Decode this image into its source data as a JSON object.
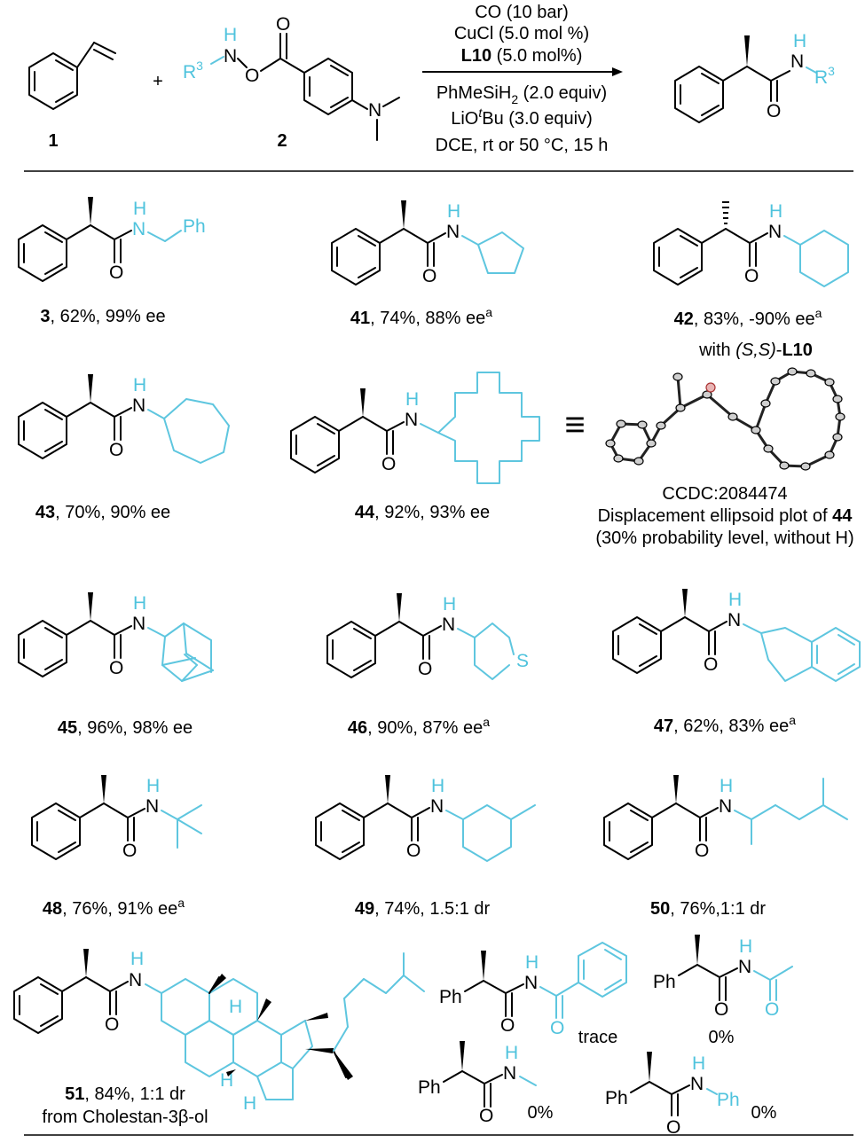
{
  "reaction": {
    "label_1": "1",
    "label_2": "2",
    "plus": "+",
    "r3": "R",
    "r3_sup": "3",
    "cond_1": "CO (10 bar)",
    "cond_2": "CuCl (5.0 mol %)",
    "cond_3_bold": "L10",
    "cond_3_rest": " (5.0 mol%)",
    "cond_4_a": "PhMeSiH",
    "cond_4_sub": "2",
    "cond_4_b": " (2.0 equiv)",
    "cond_5_a": "LiO",
    "cond_5_sup": "t",
    "cond_5_b": "Bu (3.0 equiv)",
    "cond_6": "DCE, rt or 50 °C, 15 h"
  },
  "products": [
    {
      "id": "3",
      "rest": ", 62%, 99% ee",
      "sup": ""
    },
    {
      "id": "41",
      "rest": ", 74%, 88% ee",
      "sup": "a"
    },
    {
      "id": "42",
      "rest": ", 83%, -90% ee",
      "sup": "a",
      "note_a": "with ",
      "note_b": "(S,S)",
      "note_c": "-",
      "note_d": "L10"
    },
    {
      "id": "43",
      "rest": ", 70%, 90% ee",
      "sup": ""
    },
    {
      "id": "44",
      "rest": ", 92%, 93% ee",
      "sup": ""
    },
    {
      "id": "45",
      "rest": ", 96%, 98% ee",
      "sup": ""
    },
    {
      "id": "46",
      "rest": ", 90%, 87% ee",
      "sup": "a"
    },
    {
      "id": "47",
      "rest": ", 62%, 83% ee",
      "sup": "a"
    },
    {
      "id": "48",
      "rest": ", 76%, 91% ee",
      "sup": "a"
    },
    {
      "id": "49",
      "rest": ", 74%,  1.5:1 dr",
      "sup": ""
    },
    {
      "id": "50",
      "rest": ", 76%,1:1 dr",
      "sup": ""
    },
    {
      "id": "51",
      "rest": ", 84%, 1:1 dr",
      "sup": "",
      "note": "from Cholestan-3β-ol"
    }
  ],
  "crystal": {
    "equiv": "≡",
    "ccdc": "CCDC:2084474",
    "caption_a": "Displacement ellipsoid plot of ",
    "caption_b": "44",
    "caption_2": "(30% probability level, without H)"
  },
  "failed": [
    {
      "result": "trace"
    },
    {
      "result": "0%"
    },
    {
      "result": "0%"
    },
    {
      "result": "0%"
    }
  ],
  "atoms": {
    "N": "N",
    "H": "H",
    "O": "O",
    "S": "S",
    "Ph": "Ph"
  }
}
